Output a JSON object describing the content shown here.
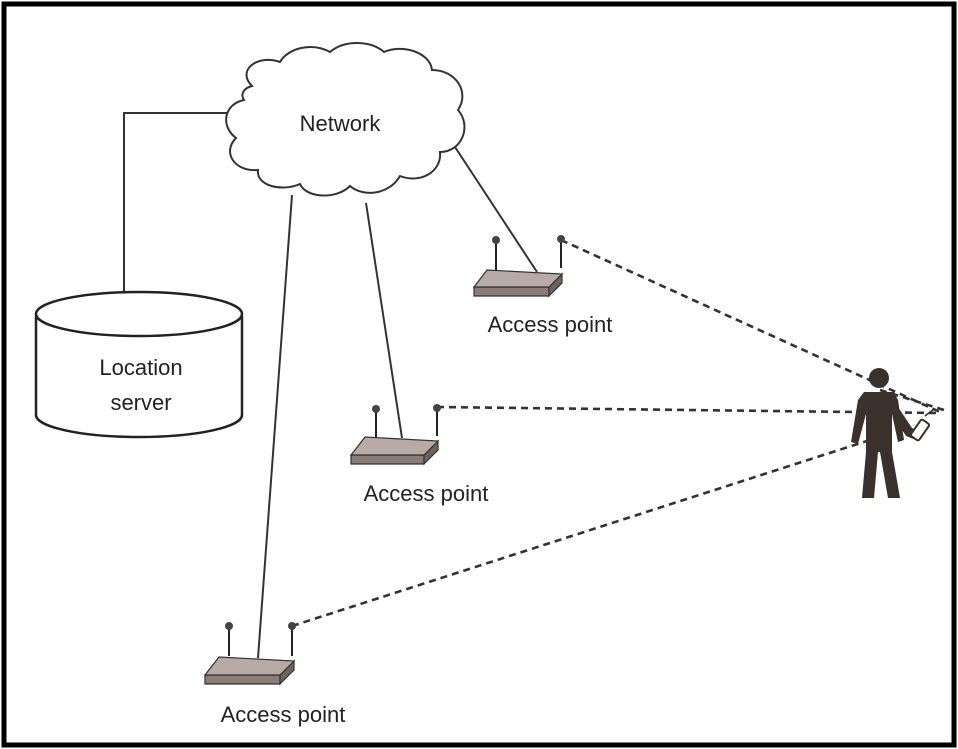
{
  "labels": {
    "network": "Network",
    "server_line1": "Location",
    "server_line2": "server",
    "access_point": "Access point"
  },
  "colors": {
    "ink": "#222222",
    "frame": "#000000",
    "link": "#333333",
    "ap_top": "#b8aaa6",
    "ap_side": "#8a7c78",
    "person": "#3a302c"
  },
  "icons": {
    "cloud": "cloud-icon",
    "server": "database-cylinder-icon",
    "access_point": "wireless-router-icon",
    "person": "person-with-phone-icon"
  }
}
